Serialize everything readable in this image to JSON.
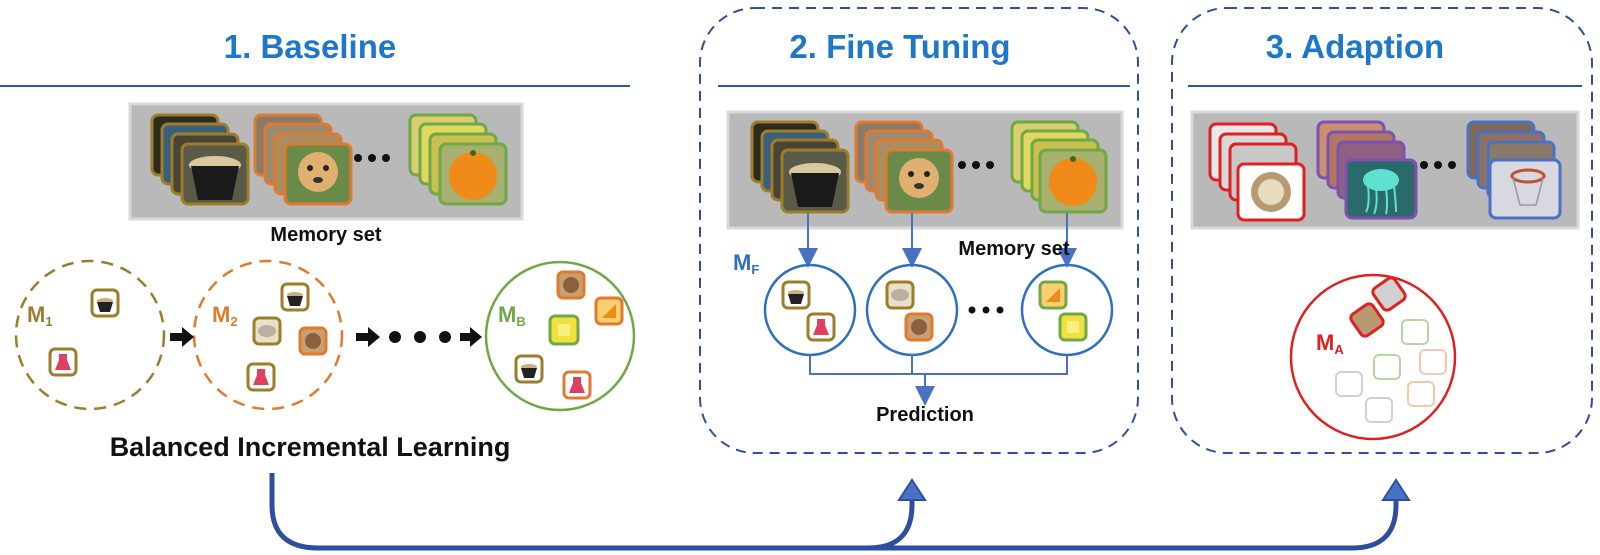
{
  "panels": [
    {
      "id": "baseline",
      "title": "1. Baseline"
    },
    {
      "id": "finetune",
      "title": "2. Fine Tuning"
    },
    {
      "id": "adaption",
      "title": "3. Adaption"
    }
  ],
  "labels": {
    "memory_set_1": "Memory set",
    "memory_set_2": "Memory set",
    "balanced": "Balanced Incremental Learning",
    "prediction": "Prediction",
    "ellipsis": "• • •"
  },
  "models": {
    "m1": {
      "base": "M",
      "sub": "1"
    },
    "m2": {
      "base": "M",
      "sub": "2"
    },
    "mb": {
      "base": "M",
      "sub": "B"
    },
    "mf": {
      "base": "M",
      "sub": "F"
    },
    "ma": {
      "base": "M",
      "sub": "A"
    }
  },
  "colors": {
    "title_blue": "#1f77c8",
    "olive": "#9c7d2a",
    "orange": "#e07a2f",
    "green": "#6fa845",
    "red": "#e02020",
    "purple": "#8050b0",
    "navy": "#2d4f9e"
  }
}
